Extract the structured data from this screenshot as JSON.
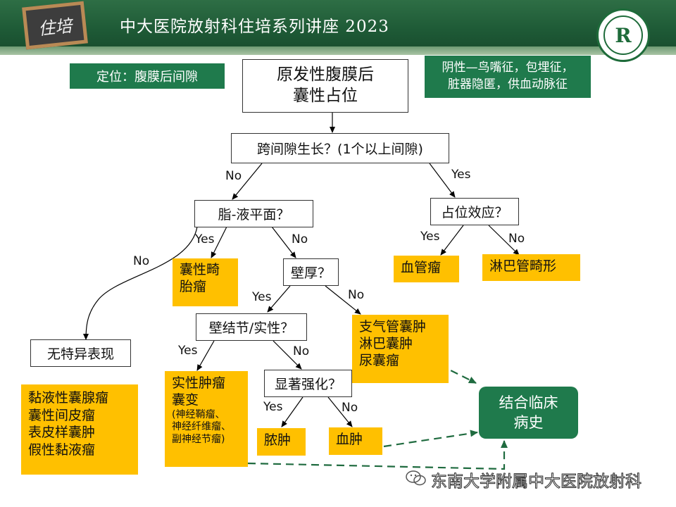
{
  "header": {
    "logo_text": "住培",
    "title": "中大医院放射科住培系列讲座 2023",
    "seal_letter": "R"
  },
  "info": {
    "location": "定位：腹膜后间隙",
    "signs_line1": "阴性—鸟嘴征，包埋征，",
    "signs_line2": "脏器隐匿，供血动脉征"
  },
  "nodes": {
    "root_line1": "原发性腹膜后",
    "root_line2": "囊性占位",
    "q_cross": "跨间隙生长？(1个以上间隙)",
    "q_fat": "脂-液平面？",
    "q_mass_effect": "占位效应？",
    "teratoma_line1": "囊性畸",
    "teratoma_line2": "胎瘤",
    "q_wall": "壁厚？",
    "hemangioma": "血管瘤",
    "lymphatic": "淋巴管畸形",
    "nonspecific": "无特异表现",
    "q_nodule": "壁结节/实性？",
    "cysts_line1": "支气管囊肿",
    "cysts_line2": "淋巴囊肿",
    "cysts_line3": "尿囊瘤",
    "solid_line1": "实性肿瘤",
    "solid_line2": "囊变",
    "solid_line3": "(神经鞘瘤、",
    "solid_line4": "神经纤维瘤、",
    "solid_line5": "副神经节瘤)",
    "q_enhance": "显著强化？",
    "abscess": "脓肿",
    "hematoma": "血肿",
    "mucinous_line1": "黏液性囊腺瘤",
    "mucinous_line2": "囊性间皮瘤",
    "mucinous_line3": "表皮样囊肿",
    "mucinous_line4": "假性黏液瘤",
    "clinical_line1": "结合临床",
    "clinical_line2": "病史"
  },
  "labels": {
    "no": "No",
    "yes": "Yes"
  },
  "watermark": "东南大学附属中大医院放射科",
  "colors": {
    "header_green": "#1e5a36",
    "box_yellow": "#ffc000",
    "box_green": "#1f7a4c",
    "dashed_green": "#1f6b3f"
  }
}
